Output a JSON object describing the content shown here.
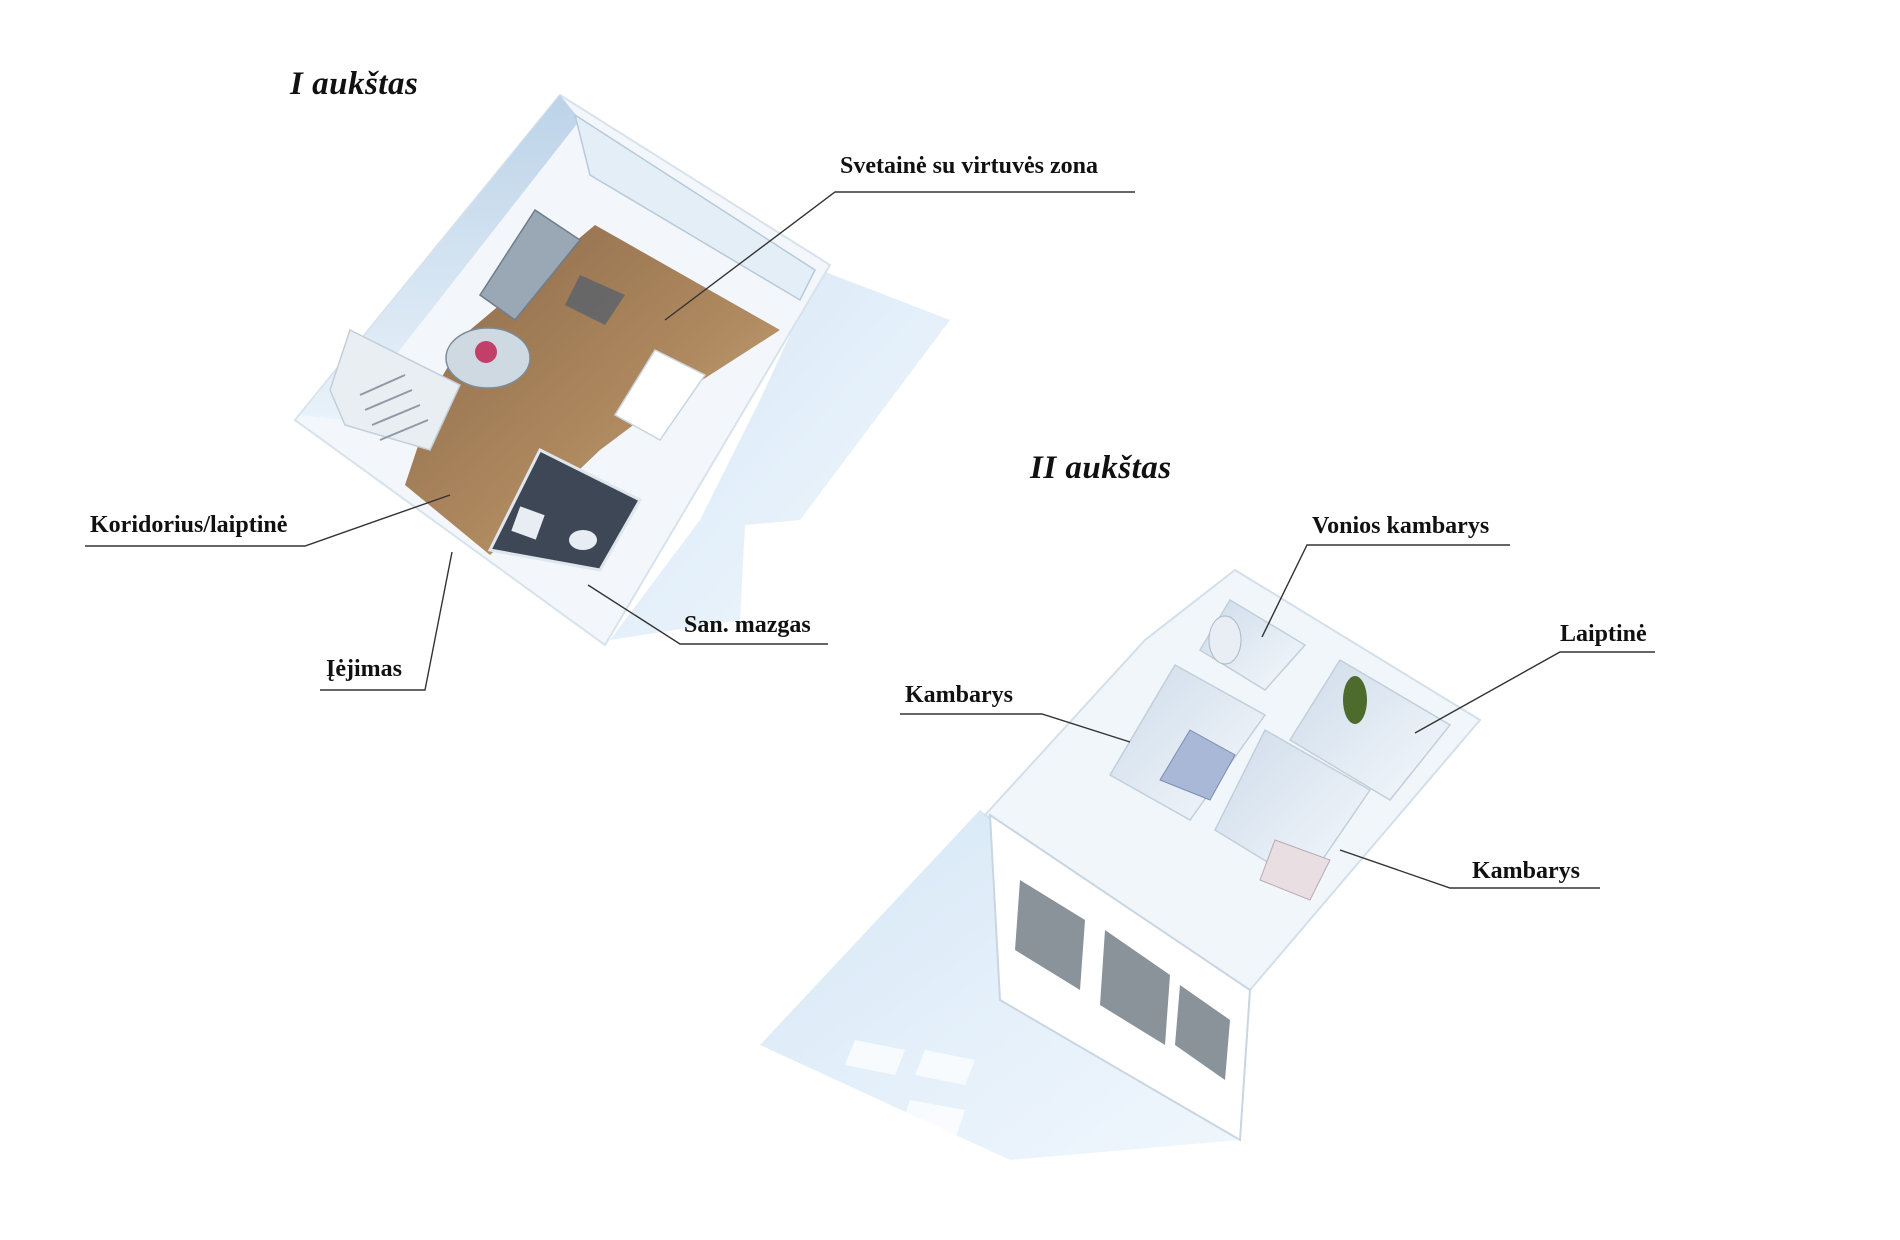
{
  "floors": [
    {
      "title": "I aukštas",
      "rooms": [
        {
          "label": "Svetainė su virtuvės zona"
        },
        {
          "label": "Koridorius/laiptinė"
        },
        {
          "label": "Įėjimas"
        },
        {
          "label": "San. mazgas"
        }
      ]
    },
    {
      "title": "II aukštas",
      "rooms": [
        {
          "label": "Vonios kambarys"
        },
        {
          "label": "Laiptinė"
        },
        {
          "label": "Kambarys"
        },
        {
          "label": "Kambarys"
        }
      ]
    }
  ]
}
